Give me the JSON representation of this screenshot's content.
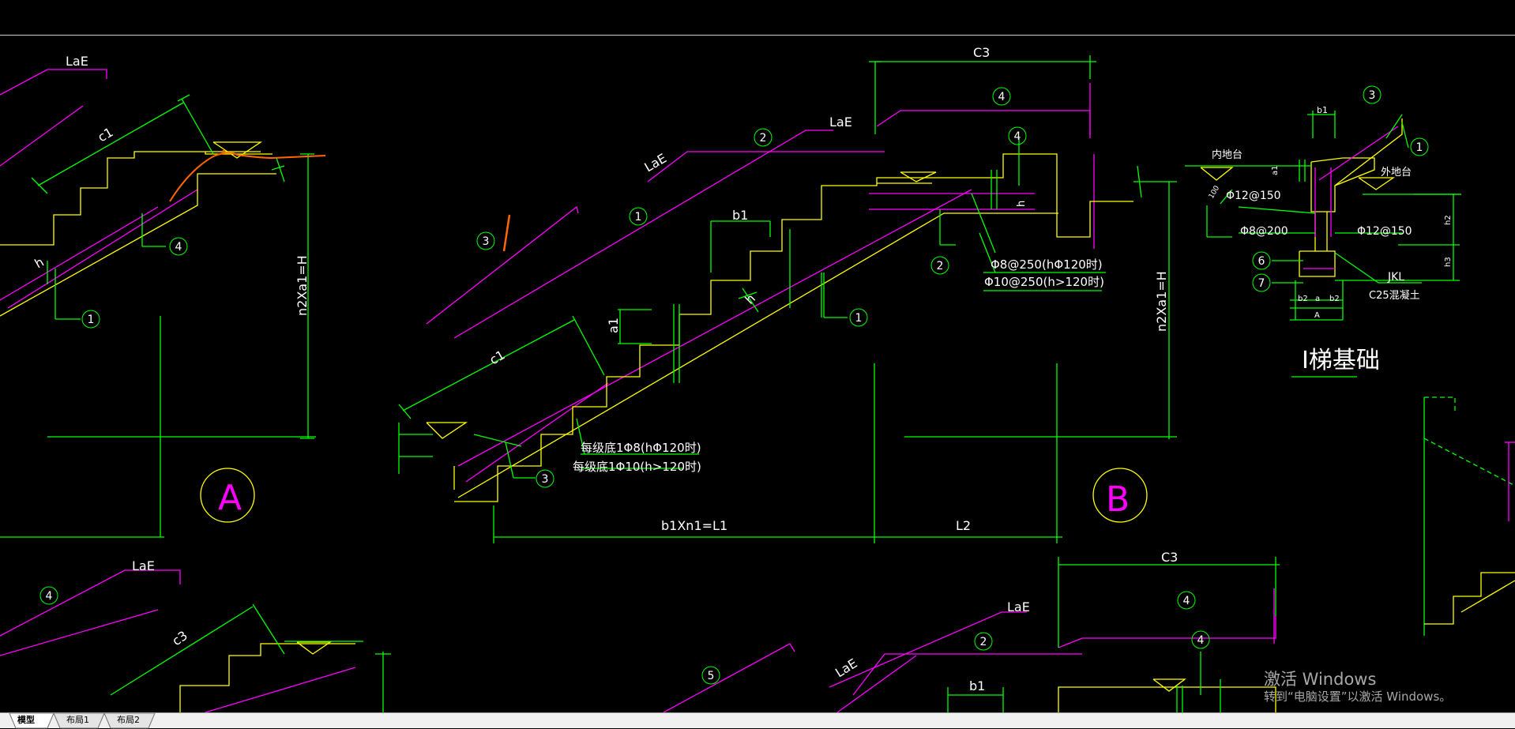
{
  "tabs": [
    {
      "label": "模型",
      "active": true
    },
    {
      "label": "布局1",
      "active": false
    },
    {
      "label": "布局2",
      "active": false
    }
  ],
  "drawing": {
    "lae": "LaE",
    "c1": "c1",
    "c3_lower": "c3",
    "c3_upper": "C3",
    "b1": "b1",
    "a1": "a1",
    "h": "h",
    "height_dim": "n2Xa1=H",
    "l1_dim": "b1Xn1=L1",
    "l2_dim": "L2",
    "section_a": "A",
    "section_b": "B",
    "phi8_250": "Φ8@250(hΦ120时)",
    "phi10_250": "Φ10@250(h>120时)",
    "step_phi8": "每级底1Φ8(hΦ120时)",
    "step_phi10": "每级底1Φ10(h>120时)",
    "inner_platform": "内地台",
    "outer_platform": "外地台",
    "phi12_150": "Φ12@150",
    "phi8_200": "Φ8@200",
    "jkl": "JKL",
    "c25": "C25混凝土",
    "base_title": "I梯基础",
    "dim_a1": "a1",
    "dim_h2": "h2",
    "dim_h3": "h3",
    "dim_b2": "b2",
    "dim_a": "a",
    "dim_big_a": "A",
    "dim_100": "100",
    "marker_1": "1",
    "marker_2": "2",
    "marker_3": "3",
    "marker_4": "4",
    "marker_5": "5",
    "marker_6": "6",
    "marker_7": "7"
  },
  "watermark": {
    "title": "激活 Windows",
    "subtitle": "转到“电脑设置”以激活 Windows。"
  },
  "colors": {
    "background": "#000000",
    "green": "#00ff00",
    "yellow": "#ffff00",
    "magenta": "#ff00ff",
    "white": "#ffffff",
    "orange": "#ff6600",
    "tab_bar": "#f0f0f0"
  }
}
